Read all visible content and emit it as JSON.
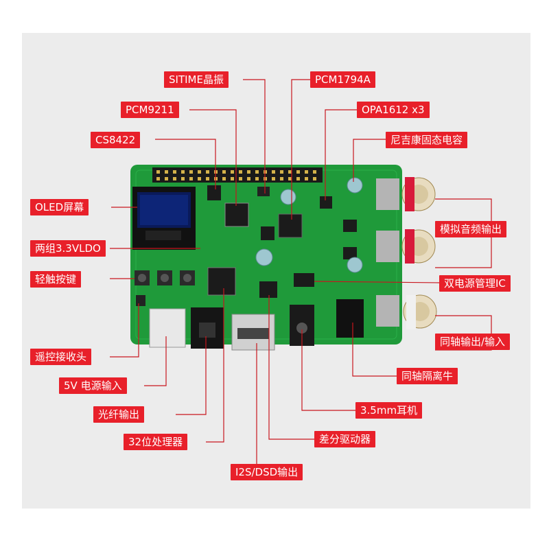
{
  "labels": {
    "sitime": "SITIME晶振",
    "pcm1794a": "PCM1794A",
    "pcm9211": "PCM9211",
    "opa1612": "OPA1612 x3",
    "cs8422": "CS8422",
    "nichicon": "尼吉康固态电容",
    "oled": "OLED屏幕",
    "analog_out": "模拟音频输出",
    "ldo": "两组3.3VLDO",
    "buttons": "轻触按键",
    "dual_power": "双电源管理IC",
    "ir": "遥控接收头",
    "coax": "同轴输出/输入",
    "coax_iso": "同轴隔离牛",
    "power_in": "5V 电源输入",
    "headphone": "3.5mm耳机",
    "optical": "光纤输出",
    "cpu": "32位处理器",
    "diff_driver": "差分驱动器",
    "i2s": "I2S/DSD输出"
  },
  "colors": {
    "label_bg": "#e8202a",
    "pcb": "#1f9a3a",
    "line": "#c8161e"
  }
}
